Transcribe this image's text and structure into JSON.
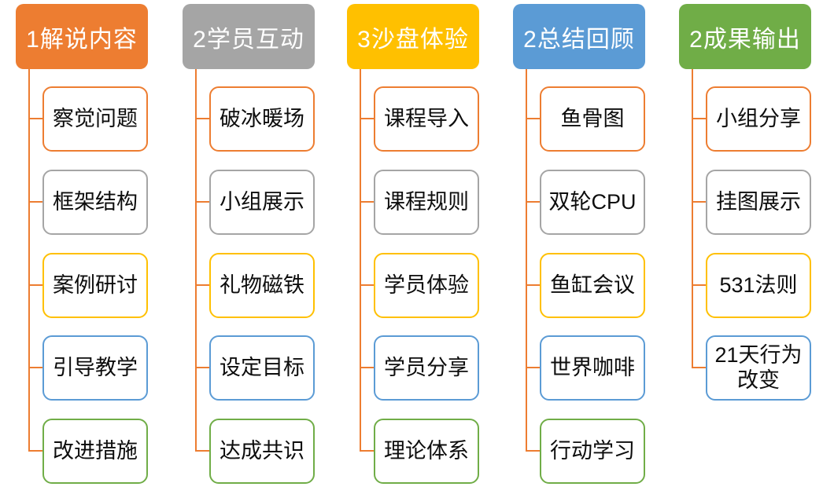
{
  "diagram": {
    "type": "smartart-horizontal-hierarchy-list",
    "palette": {
      "orange": "#ED7D31",
      "gray": "#A5A5A5",
      "yellow": "#FFC000",
      "blue": "#5B9BD5",
      "green": "#70AD47"
    },
    "connector_color": "#ED7D31",
    "header_text_color": "#FFFFFF",
    "child_text_color": "#0D0D0D",
    "child_fill": "#FFFFFF",
    "columns": [
      {
        "title": "1解说内容",
        "header_color": "#ED7D31",
        "children": [
          {
            "label": "察觉问题",
            "border_color": "#ED7D31"
          },
          {
            "label": "框架结构",
            "border_color": "#A5A5A5"
          },
          {
            "label": "案例研讨",
            "border_color": "#FFC000"
          },
          {
            "label": "引导教学",
            "border_color": "#5B9BD5"
          },
          {
            "label": "改进措施",
            "border_color": "#70AD47"
          }
        ]
      },
      {
        "title": "2学员互动",
        "header_color": "#A5A5A5",
        "children": [
          {
            "label": "破冰暖场",
            "border_color": "#ED7D31"
          },
          {
            "label": "小组展示",
            "border_color": "#A5A5A5"
          },
          {
            "label": "礼物磁铁",
            "border_color": "#FFC000"
          },
          {
            "label": "设定目标",
            "border_color": "#5B9BD5"
          },
          {
            "label": "达成共识",
            "border_color": "#70AD47"
          }
        ]
      },
      {
        "title": "3沙盘体验",
        "header_color": "#FFC000",
        "children": [
          {
            "label": "课程导入",
            "border_color": "#ED7D31"
          },
          {
            "label": "课程规则",
            "border_color": "#A5A5A5"
          },
          {
            "label": "学员体验",
            "border_color": "#FFC000"
          },
          {
            "label": "学员分享",
            "border_color": "#5B9BD5"
          },
          {
            "label": "理论体系",
            "border_color": "#70AD47"
          }
        ]
      },
      {
        "title": "2总结回顾",
        "header_color": "#5B9BD5",
        "children": [
          {
            "label": "鱼骨图",
            "border_color": "#ED7D31"
          },
          {
            "label": "双轮CPU",
            "border_color": "#A5A5A5"
          },
          {
            "label": "鱼缸会议",
            "border_color": "#FFC000"
          },
          {
            "label": "世界咖啡",
            "border_color": "#5B9BD5"
          },
          {
            "label": "行动学习",
            "border_color": "#70AD47"
          }
        ]
      },
      {
        "title": "2成果输出",
        "header_color": "#70AD47",
        "children": [
          {
            "label": "小组分享",
            "border_color": "#ED7D31"
          },
          {
            "label": "挂图展示",
            "border_color": "#A5A5A5"
          },
          {
            "label": "531法则",
            "border_color": "#FFC000"
          },
          {
            "label": "21天行为改变",
            "border_color": "#5B9BD5"
          }
        ]
      }
    ]
  }
}
